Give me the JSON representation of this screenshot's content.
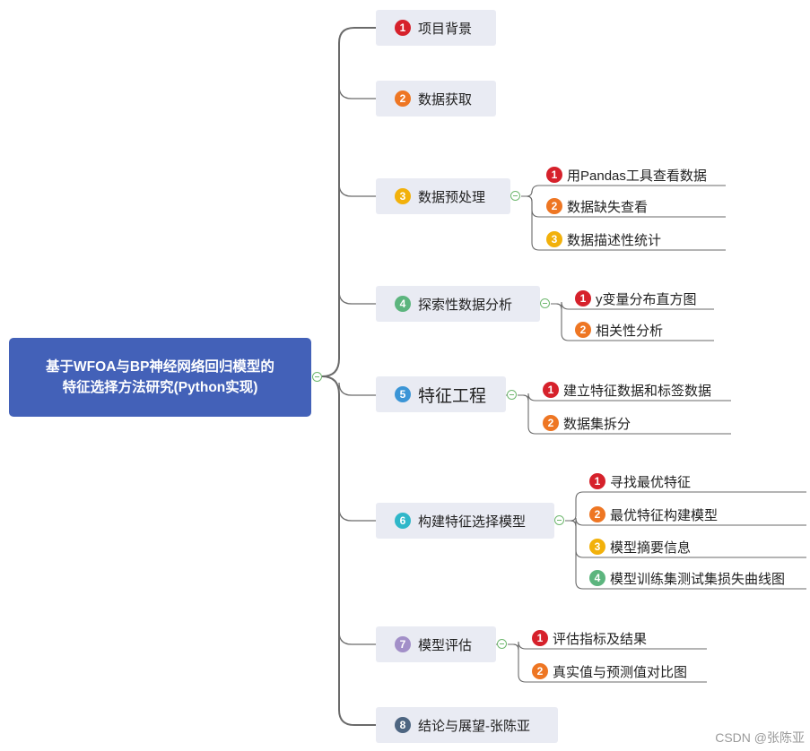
{
  "root": {
    "line1": "基于WFOA与BP神经网络回归模型的",
    "line2": "特征选择方法研究(Python实现)"
  },
  "badge_colors": [
    "#d6212b",
    "#ee7623",
    "#f2b10b",
    "#5cb57e",
    "#3b95d6",
    "#2fb7c9",
    "#a28fc8",
    "#4d6581"
  ],
  "branches": [
    {
      "number": "1",
      "label": "项目背景",
      "children": []
    },
    {
      "number": "2",
      "label": "数据获取",
      "children": []
    },
    {
      "number": "3",
      "label": "数据预处理",
      "children": [
        {
          "number": "1",
          "label": "用Pandas工具查看数据"
        },
        {
          "number": "2",
          "label": "数据缺失查看"
        },
        {
          "number": "3",
          "label": "数据描述性统计"
        }
      ]
    },
    {
      "number": "4",
      "label": "探索性数据分析",
      "children": [
        {
          "number": "1",
          "label": "y变量分布直方图"
        },
        {
          "number": "2",
          "label": "相关性分析"
        }
      ]
    },
    {
      "number": "5",
      "label": "特征工程",
      "children": [
        {
          "number": "1",
          "label": "建立特征数据和标签数据"
        },
        {
          "number": "2",
          "label": "数据集拆分"
        }
      ]
    },
    {
      "number": "6",
      "label": "构建特征选择模型",
      "children": [
        {
          "number": "1",
          "label": "寻找最优特征"
        },
        {
          "number": "2",
          "label": "最优特征构建模型"
        },
        {
          "number": "3",
          "label": "模型摘要信息"
        },
        {
          "number": "4",
          "label": "模型训练集测试集损失曲线图"
        }
      ]
    },
    {
      "number": "7",
      "label": "模型评估",
      "children": [
        {
          "number": "1",
          "label": "评估指标及结果"
        },
        {
          "number": "2",
          "label": "真实值与预测值对比图"
        }
      ]
    },
    {
      "number": "8",
      "label": "结论与展望-张陈亚",
      "children": []
    }
  ],
  "watermark": "CSDN @张陈亚"
}
